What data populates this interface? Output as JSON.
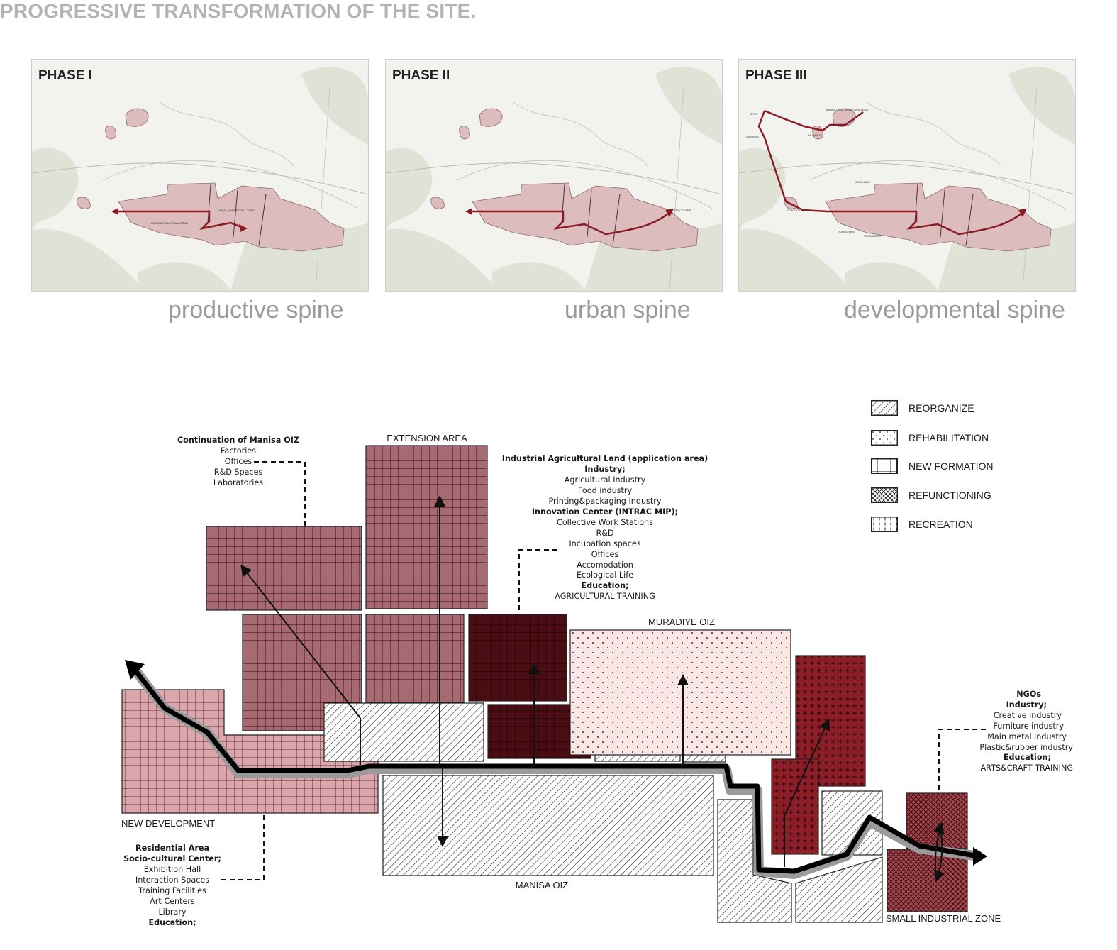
{
  "title": "PROGRESSIVE TRANSFORMATION OF THE SITE.",
  "phases": [
    {
      "label": "PHASE I",
      "caption": "productive spine",
      "map_labels": [
        "MANISA INDUSTRIAL ZONE",
        "SMALL INDUSTRIAL ZONE"
      ]
    },
    {
      "label": "PHASE II",
      "caption": "urban spine",
      "map_labels": [
        "CITY CENTER"
      ]
    },
    {
      "label": "PHASE III",
      "caption": "developmental spine",
      "map_labels": [
        "MANISA CELAL BAYAR UNIVERSITY",
        "SPOR",
        "SARUHAN",
        "MURADIYE",
        "SARUHANLI",
        "TURGUTALP",
        "YUNUSEMRE",
        "SEHZADELER"
      ]
    }
  ],
  "legend": [
    {
      "key": "reorganize",
      "label": "REORGANIZE"
    },
    {
      "key": "rehabilitation",
      "label": "REHABILITATION"
    },
    {
      "key": "new_formation",
      "label": "NEW FORMATION"
    },
    {
      "key": "refunctioning",
      "label": "REFUNCTIONING"
    },
    {
      "key": "recreation",
      "label": "RECREATION"
    }
  ],
  "zones": {
    "extension_area": "EXTENSION AREA",
    "muradiye_oiz": "MURADIYE OIZ",
    "new_development": "NEW DEVELOPMENT",
    "manisa_oiz": "MANISA OIZ",
    "small_industrial_zone": "SMALL INDUSTRIAL ZONE"
  },
  "notes": {
    "continuation": {
      "heading": "Continuation of Manisa OIZ",
      "items": [
        "Factories",
        "Offices",
        "R&D Spaces",
        "Laboratories"
      ]
    },
    "industrial": {
      "heading": "Industrial Agricultural Land (application area)",
      "industry_heading": "Industry;",
      "industry_items": [
        "Agricultural Industry",
        "Food industry",
        "Printing&packaging Industry"
      ],
      "innovation_heading": "Innovation Center (INTRAC MIP);",
      "innovation_items": [
        "Collective Work Stations",
        "R&D",
        "Incubation spaces",
        "Offices",
        "Accomodation",
        "Ecological Life"
      ],
      "education_heading": "Education;",
      "education_items": [
        "AGRICULTURAL TRAINING"
      ]
    },
    "ngos": {
      "heading": "NGOs",
      "industry_heading": "Industry;",
      "industry_items": [
        "Creative industry",
        "Furniture industry",
        "Main metal industry",
        "Plastic&rubber industry"
      ],
      "education_heading": "Education;",
      "education_items": [
        "ARTS&CRAFT TRAINING"
      ]
    },
    "residential": {
      "heading": "Residential Area",
      "socio_heading": "Socio-cultural Center;",
      "socio_items": [
        "Exhibition Hall",
        "Interaction Spaces",
        "Training Facilities",
        "Art Centers",
        "Library"
      ],
      "education_heading": "Education;"
    }
  },
  "colors": {
    "new_formation_dark": "#a86a72",
    "new_formation_light": "#dba7ac",
    "refunctioning": "#4a0d14",
    "recreation": "#8c1e28",
    "small_industrial": "#a8454c",
    "rehabilitation": "#fbe6e6",
    "route": "#8b1a24",
    "spine": "#000000"
  }
}
